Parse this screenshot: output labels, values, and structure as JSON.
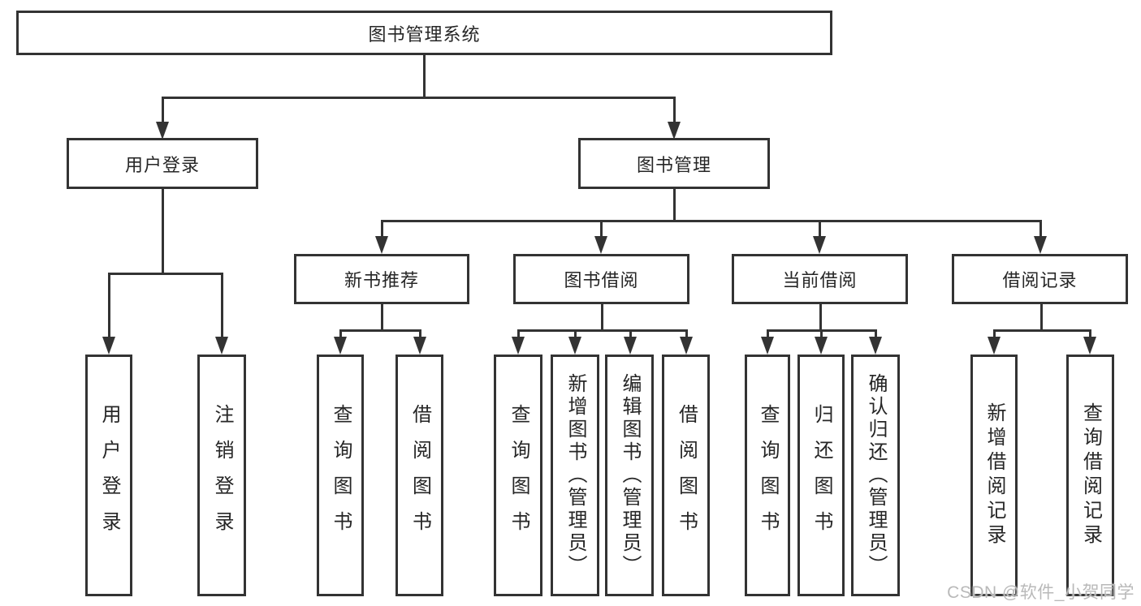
{
  "diagram_title": "图书管理系统",
  "watermark": "CSDN @软件_小贺同学",
  "colors": {
    "line": "#333333",
    "text": "#262626",
    "watermark": "#b9b9b9",
    "background": "#ffffff"
  },
  "tree": {
    "root": {
      "label": "图书管理系统"
    },
    "branches": [
      {
        "label": "用户登录",
        "children": [
          {
            "label": "用户登录"
          },
          {
            "label": "注销登录"
          }
        ]
      },
      {
        "label": "图书管理",
        "children": [
          {
            "label": "新书推荐",
            "children": [
              {
                "label": "查询图书"
              },
              {
                "label": "借阅图书"
              }
            ]
          },
          {
            "label": "图书借阅",
            "children": [
              {
                "label": "查询图书"
              },
              {
                "label": "新增图书（管理员）"
              },
              {
                "label": "编辑图书（管理员）"
              },
              {
                "label": "借阅图书"
              }
            ]
          },
          {
            "label": "当前借阅",
            "children": [
              {
                "label": "查询图书"
              },
              {
                "label": "归还图书"
              },
              {
                "label": "确认归还（管理员）"
              }
            ]
          },
          {
            "label": "借阅记录",
            "children": [
              {
                "label": "新增借阅记录"
              },
              {
                "label": "查询借阅记录"
              }
            ]
          }
        ]
      }
    ]
  }
}
